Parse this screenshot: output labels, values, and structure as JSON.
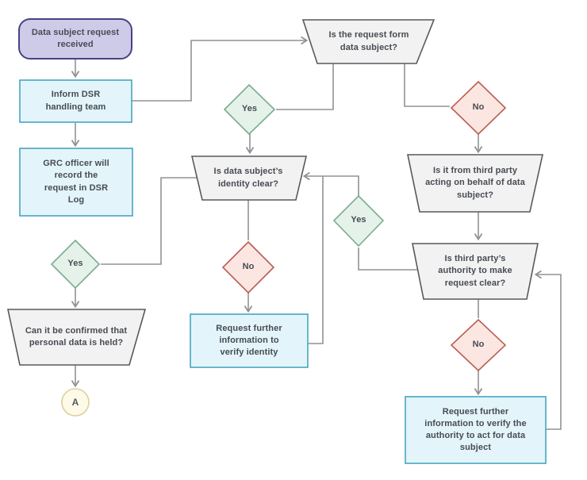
{
  "palette": {
    "start_fill": "#cecbe9",
    "start_border": "#4b4185",
    "process_fill": "#e3f5fa",
    "process_border": "#47a5c2",
    "question_fill": "#f2f2f3",
    "question_border": "#58595d",
    "yes_fill": "#e4f2e9",
    "yes_border": "#7cab8f",
    "no_fill": "#fbe6e1",
    "no_border": "#bb5d52",
    "terminal_fill": "#fdfae8",
    "terminal_border": "#ddd09a",
    "edge": "#8f9295",
    "text": "#474b52"
  },
  "nodes": {
    "start": {
      "label": "Data subject request received"
    },
    "inform_team": {
      "label": "Inform DSR handling team"
    },
    "grc_log": {
      "label": "GRC officer will record the request in DSR Log"
    },
    "is_request_form_ds": {
      "label": "Is the request form data subject?"
    },
    "identity_clear": {
      "label": "Is data subject’s identity clear?"
    },
    "third_party": {
      "label": "Is it from third party acting on behalf of data subject?"
    },
    "authority_clear": {
      "label": "Is third party’s authority to make request clear?"
    },
    "confirm_held": {
      "label": "Can it be confirmed that personal data is held?"
    },
    "verify_identity": {
      "label": "Request further information to verify identity"
    },
    "verify_authority": {
      "label": "Request further information to verify the authority to act for data subject"
    },
    "yes_left": {
      "label": "Yes"
    },
    "yes_mid": {
      "label": "Yes"
    },
    "yes_right": {
      "label": "Yes"
    },
    "no_mid": {
      "label": "No"
    },
    "no_top_right": {
      "label": "No"
    },
    "no_bottom_right": {
      "label": "No"
    },
    "connector_a": {
      "label": "A"
    }
  }
}
